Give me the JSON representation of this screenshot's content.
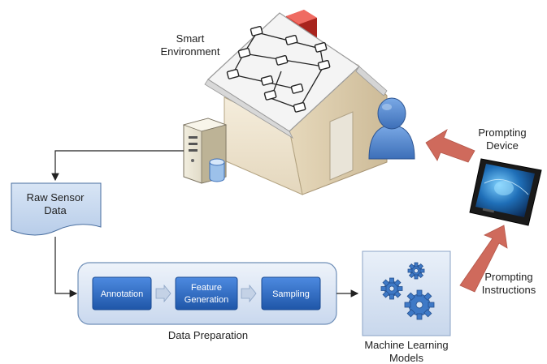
{
  "labels": {
    "smart_env": [
      "Smart",
      "Environment"
    ],
    "raw_sensor": [
      "Raw Sensor",
      "Data"
    ],
    "prompting_device": [
      "Prompting",
      "Device"
    ],
    "prompting_instructions": [
      "Prompting",
      "Instructions"
    ],
    "data_preparation": "Data Preparation",
    "ml_models": [
      "Machine Learning",
      "Models"
    ]
  },
  "pipeline": {
    "annotation": "Annotation",
    "feature": [
      "Feature",
      "Generation"
    ],
    "sampling": "Sampling"
  },
  "colors": {
    "house_wall": "#eee4d0",
    "house_roof": "#f4f4f4",
    "chimney": "#d9342b",
    "pipeline_box": "#2f6cc6",
    "prep_container": "#d6e2f2",
    "ml_box": "#dbe6f3",
    "gear": "#3e79c6",
    "big_arrow": "#cf6a5c",
    "person": "#5b8fd3"
  }
}
